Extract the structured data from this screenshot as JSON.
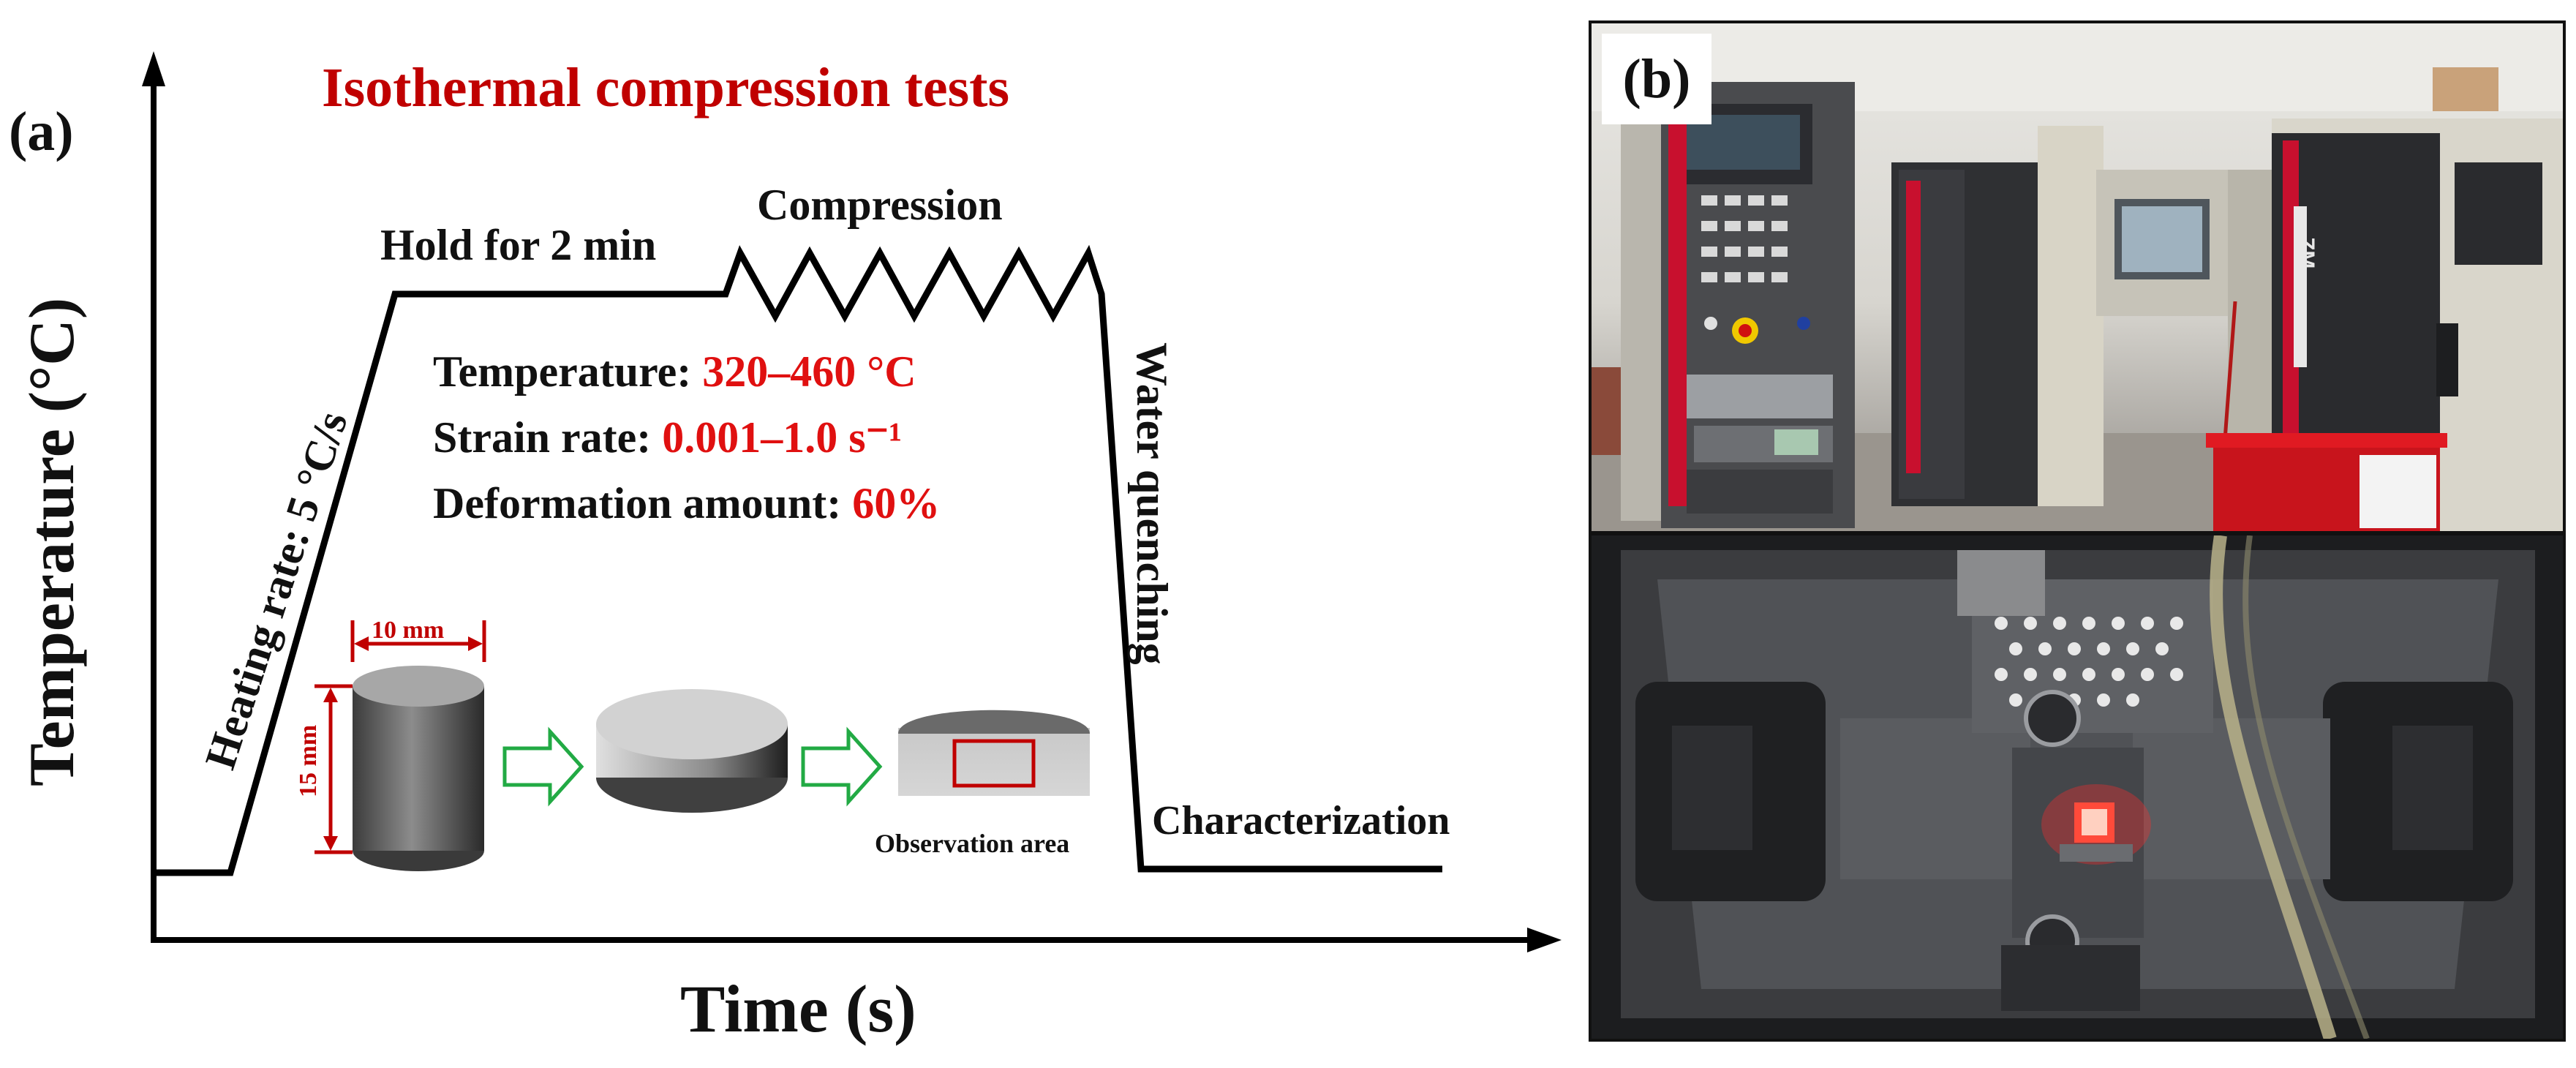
{
  "panel_a": {
    "label": "(a)",
    "title": "Isothermal compression tests",
    "ylabel": "Temperature (°C)",
    "xlabel": "Time (s)",
    "stages": {
      "heating": "Heating rate: 5 °C/s",
      "hold": "Hold for 2 min",
      "compression": "Compression",
      "quench": "Water quenching",
      "characterization": "Characterization"
    },
    "params": [
      {
        "label": "Temperature: ",
        "value": "320–460 °C"
      },
      {
        "label": "Strain rate: ",
        "value": "0.001–1.0 s⁻¹"
      },
      {
        "label": "Deformation amount: ",
        "value": "60%"
      }
    ],
    "specimen": {
      "diameter": "10 mm",
      "height": "15 mm",
      "observation": "Observation area"
    }
  },
  "panel_b": {
    "label": "(b)",
    "machine_marking": "ZM"
  },
  "colors": {
    "title": "#c00000",
    "value": "#e01010",
    "dimension": "#c00000",
    "arrow": "#22aa44",
    "line": "#000000"
  }
}
